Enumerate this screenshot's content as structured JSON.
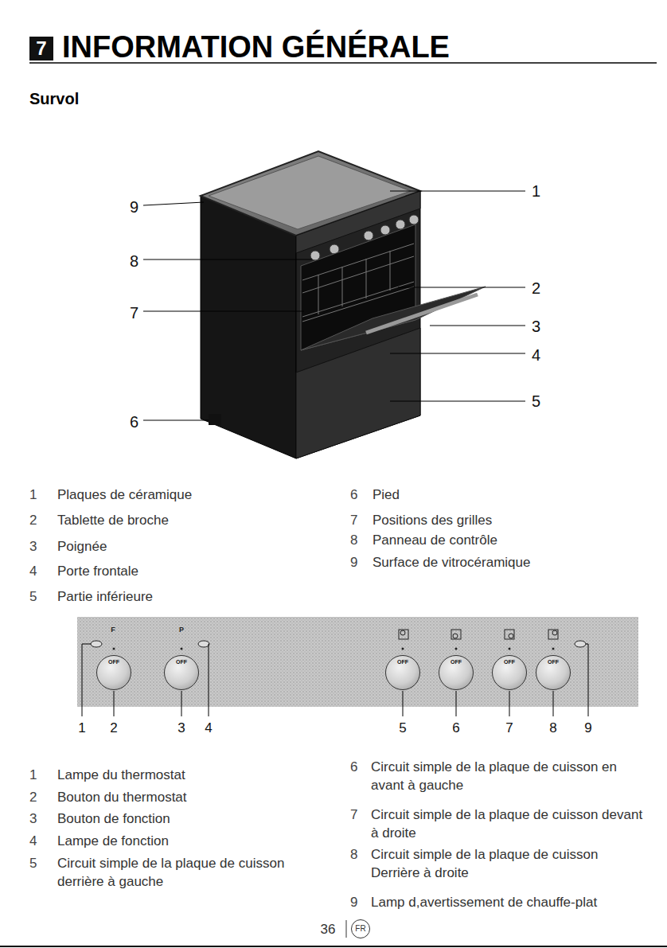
{
  "diagram": {
    "title": "INFORMATION GÉNÉRALE",
    "nodes": [
      {
        "text": [
          "7"
        ]
      },
      {
        "text": [
          "OFF"
        ]
      },
      {
        "text": [
          "OFF"
        ]
      },
      {
        "text": [
          "OFF"
        ]
      },
      {
        "text": [
          "OFF"
        ]
      },
      {
        "text": [
          "OFF"
        ]
      },
      {
        "text": [
          "OFF"
        ]
      },
      {
        "text": [
          "FR"
        ]
      }
    ],
    "labels": [
      "Survol",
      "9",
      "8",
      "7",
      "6",
      "1",
      "2",
      "3",
      "4",
      "5",
      "1",
      "Plaques de céramique",
      "2",
      "Tablette de broche",
      "3",
      "Poignée",
      "4",
      "Porte frontale",
      "5",
      "Partie inférieure",
      "6",
      "Pied",
      "7",
      "Positions des grilles",
      "8",
      "Panneau de contrôle",
      "9",
      "Surface de vitrocéramique",
      "F",
      "P",
      "1",
      "2",
      "3",
      "4",
      "5",
      "6",
      "7",
      "8",
      "9",
      "1",
      "Lampe du thermostat",
      "2",
      "Bouton du thermostat",
      "3",
      "Bouton de fonction",
      "4",
      "Lampe de fonction",
      "5",
      "Circuit simple de la plaque de cuisson derrière à gauche",
      "6",
      "Circuit simple de la plaque de cuisson en avant à gauche",
      "7",
      "Circuit simple de la plaque de cuisson devant à droite",
      "8",
      "Circuit simple de la plaque de cuisson Derrière à droite",
      "9",
      "Lamp d,avertissement de chauffe-plat",
      "36"
    ]
  }
}
